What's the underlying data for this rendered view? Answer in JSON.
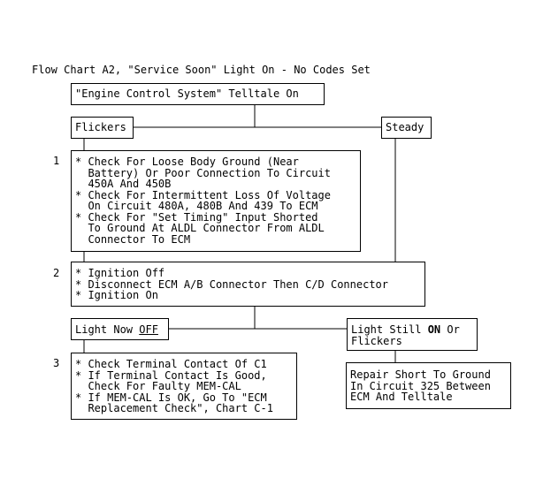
{
  "title": "Flow Chart A2, \"Service Soon\" Light On - No Codes Set",
  "nodes": {
    "start": "\"Engine Control System\" Telltale On",
    "flickers": "Flickers",
    "steady": "Steady",
    "step1": [
      "* Check For Loose Body Ground (Near",
      "  Battery) Or Poor Connection To Circuit",
      "  450A And 450B",
      "* Check For Intermittent Loss Of Voltage",
      "  On Circuit 480A, 480B And 439 To ECM",
      "* Check For \"Set Timing\" Input Shorted",
      "  To Ground At ALDL Connector From ALDL",
      "  Connector To ECM"
    ],
    "step2": [
      "* Ignition Off",
      "* Disconnect ECM A/B Connector Then C/D Connector",
      "* Ignition On"
    ],
    "light_now_prefix": "Light Now ",
    "light_now_emph": "OFF",
    "light_still_a": "Light Still ",
    "light_still_emph": "ON",
    "light_still_b": " Or",
    "light_still_line2": "Flickers",
    "step3": [
      "* Check Terminal Contact Of C1",
      "* If Terminal Contact Is Good,",
      "  Check For Faulty MEM-CAL",
      "* If MEM-CAL Is OK, Go To \"ECM",
      "  Replacement Check\", Chart C-1"
    ],
    "repair": [
      "Repair Short To Ground",
      "In Circuit 325 Between",
      "ECM And Telltale"
    ]
  },
  "step_numbers": [
    "1",
    "2",
    "3"
  ]
}
